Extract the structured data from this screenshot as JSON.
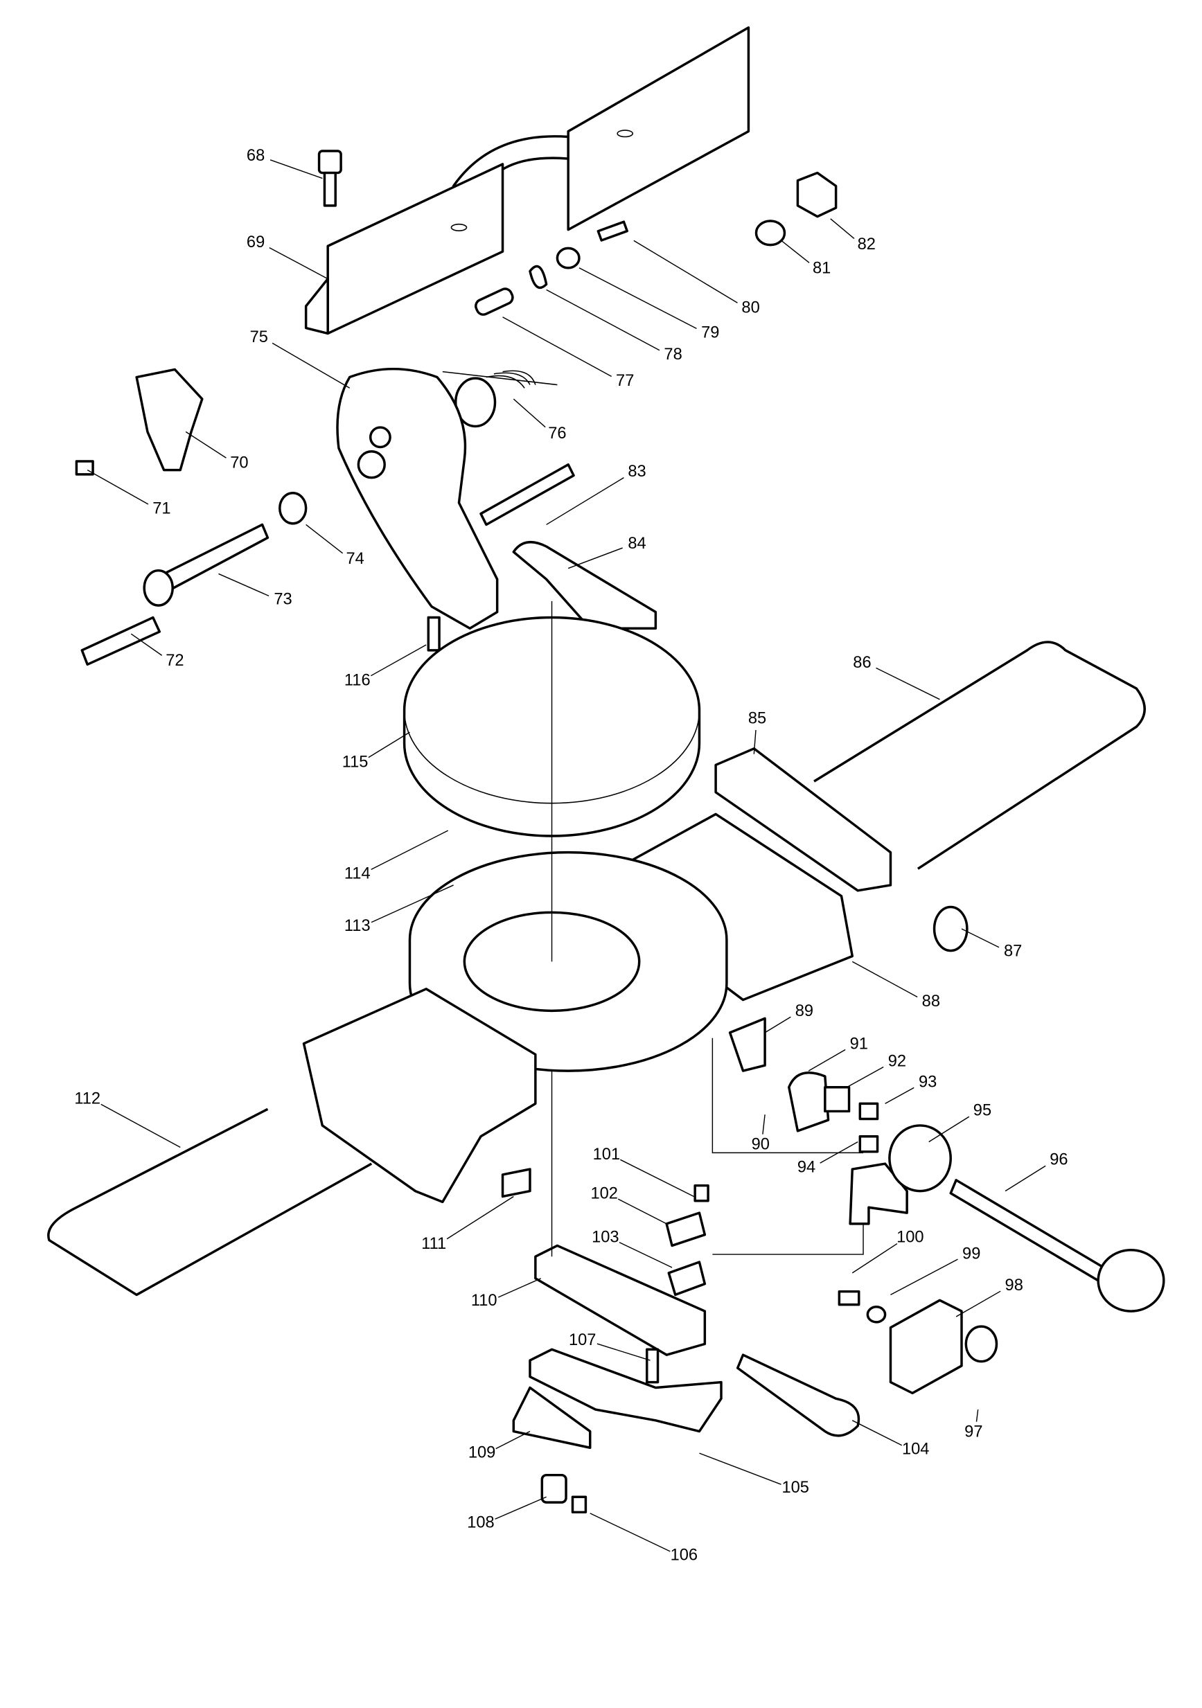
{
  "diagram": {
    "type": "exploded parts diagram",
    "callouts": [
      "68",
      "69",
      "70",
      "71",
      "72",
      "73",
      "74",
      "75",
      "76",
      "77",
      "78",
      "79",
      "80",
      "81",
      "82",
      "83",
      "84",
      "85",
      "86",
      "87",
      "88",
      "89",
      "90",
      "91",
      "92",
      "93",
      "94",
      "95",
      "96",
      "97",
      "98",
      "99",
      "100",
      "101",
      "102",
      "103",
      "104",
      "105",
      "106",
      "107",
      "108",
      "109",
      "110",
      "111",
      "112",
      "113",
      "114",
      "115",
      "116"
    ]
  }
}
